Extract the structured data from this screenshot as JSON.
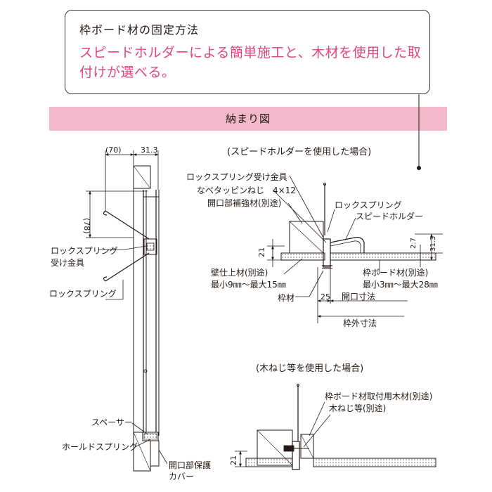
{
  "callout": {
    "title": "枠ボード材の固定方法",
    "text": "スピードホルダーによる簡単施工と、木材を使用した取付けが選べる。"
  },
  "banner": {
    "label": "納まり図"
  },
  "section_view": {
    "dim_top_left": "(70)",
    "dim_top_right": "31.3",
    "dim_side": "(78)",
    "label_lock_spring_bracket_1": "ロックスプリング",
    "label_lock_spring_bracket_2": "受け金具",
    "label_lock_spring": "ロックスプリング",
    "label_spacer": "スペーサー",
    "label_hold_spring": "ホールドスプリング",
    "label_opening_cover_1": "開口部保護",
    "label_opening_cover_2": "カバー"
  },
  "speed_holder_detail": {
    "title": "(スピードホルダーを使用した場合)",
    "label_bracket": "ロックスプリング受け金具",
    "label_screw": "なべタッピンねじ　4×12",
    "label_reinforcement": "開口部補強材(別途)",
    "label_lock_spring": "ロックスプリング",
    "label_speed_holder": "スピードホルダー",
    "dim_21": "21",
    "dim_2_7": "2.7",
    "dim_31_3": "31.3",
    "label_wall_material": "壁仕上材(別途)",
    "label_wall_range": "最小9㎜～最大15㎜",
    "label_frame": "枠材",
    "label_frame_board": "枠ボード材(別途)",
    "label_board_range": "最小3㎜～最大28㎜",
    "dim_25": "25",
    "label_opening_size": "開口寸法",
    "label_frame_outer": "枠外寸法"
  },
  "wood_screw_detail": {
    "title": "(木ねじ等を使用した場合)",
    "label_wood_material": "枠ボード材取付用木材(別途)",
    "label_wood_screw": "木ねじ等(別途)",
    "dim_21": "21"
  }
}
